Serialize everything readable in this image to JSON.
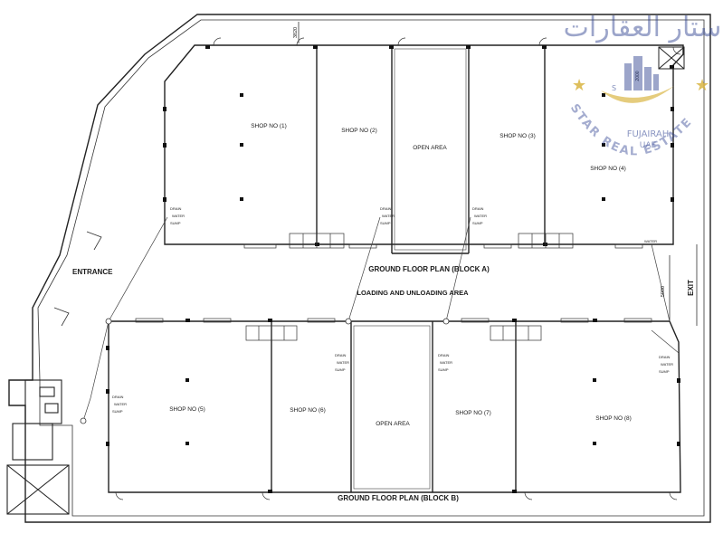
{
  "plan": {
    "shops": [
      {
        "id": "shop-1",
        "label": "SHOP NO (1)"
      },
      {
        "id": "shop-2",
        "label": "SHOP NO (2)"
      },
      {
        "id": "shop-3",
        "label": "SHOP NO (3)"
      },
      {
        "id": "shop-4",
        "label": "SHOP NO (4)"
      },
      {
        "id": "shop-5",
        "label": "SHOP NO (5)"
      },
      {
        "id": "shop-6",
        "label": "SHOP NO (6)"
      },
      {
        "id": "shop-7",
        "label": "SHOP NO (7)"
      },
      {
        "id": "shop-8",
        "label": "SHOP NO (8)"
      }
    ],
    "open_area_a": "OPEN AREA",
    "open_area_b": "OPEN AREA",
    "block_a_title": "GROUND FLOOR PLAN (BLOCK A)",
    "block_b_title": "GROUND FLOOR PLAN (BLOCK B)",
    "loading_area": "LOADING AND UNLOADING AREA",
    "entrance": "ENTRANCE",
    "exit": "EXIT",
    "dim_top": "3820",
    "dim_right": "5000",
    "dim_small": "2000",
    "sump_line1": "DRAIN",
    "sump_line2": "WATER",
    "sump_line3": "SUMP",
    "water_tag": "WATER"
  },
  "watermark": {
    "arabic": "ستار العقارات",
    "city": "FUJAIRAH",
    "country": "UAE",
    "brand": "STAR REAL ESTATE",
    "color_text": "#2b3f8f",
    "color_gold": "#d9b441"
  }
}
